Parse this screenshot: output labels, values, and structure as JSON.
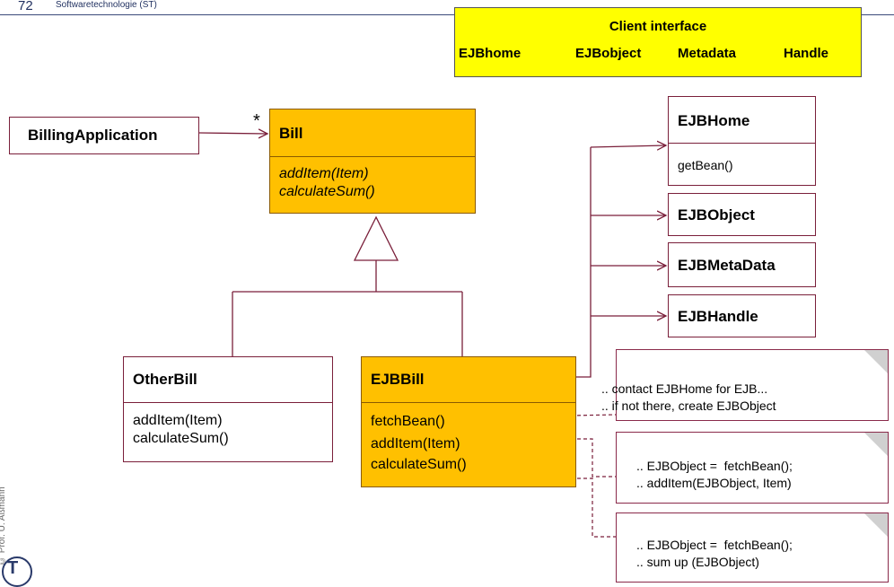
{
  "header": {
    "page_number": "72",
    "course_title": "Softwaretechnologie (ST)"
  },
  "client_interface": {
    "title": "Client interface",
    "items": [
      "EJBhome",
      "EJBobject",
      "Metadata",
      "Handle"
    ]
  },
  "classes": {
    "billing_application": {
      "name": "BillingApplication"
    },
    "bill": {
      "name": "Bill",
      "methods": [
        "addItem(Item)",
        "calculateSum()"
      ]
    },
    "other_bill": {
      "name": "OtherBill",
      "methods": [
        "addItem(Item)",
        "calculateSum()"
      ]
    },
    "ejb_bill": {
      "name": "EJBBill",
      "methods": [
        "fetchBean()",
        "addItem(Item)",
        "calculateSum()"
      ]
    },
    "ejb_home": {
      "name": "EJBHome",
      "methods": [
        "getBean()"
      ]
    },
    "ejb_object": {
      "name": "EJBObject"
    },
    "ejb_metadata": {
      "name": "EJBMetaData"
    },
    "ejb_handle": {
      "name": "EJBHandle"
    }
  },
  "association": {
    "multiplicity": "*"
  },
  "notes": [
    {
      "lines": [
        ".. contact EJBHome for EJB...",
        ".. if not there, create EJBObject"
      ]
    },
    {
      "lines": [
        ".. EJBObject =  fetchBean();",
        ".. addItem(EJBObject, Item)"
      ]
    },
    {
      "lines": [
        ".. EJBObject =  fetchBean();",
        ".. sum up (EJBObject)"
      ]
    }
  ],
  "footer": {
    "copyright": "© Prof. U. Aßmann",
    "logo_letter": "T"
  },
  "colors": {
    "bean_class": "#ffc000",
    "client_interface": "#ffff00",
    "line": "#7a1f3a",
    "header": "#1f2f5f"
  }
}
